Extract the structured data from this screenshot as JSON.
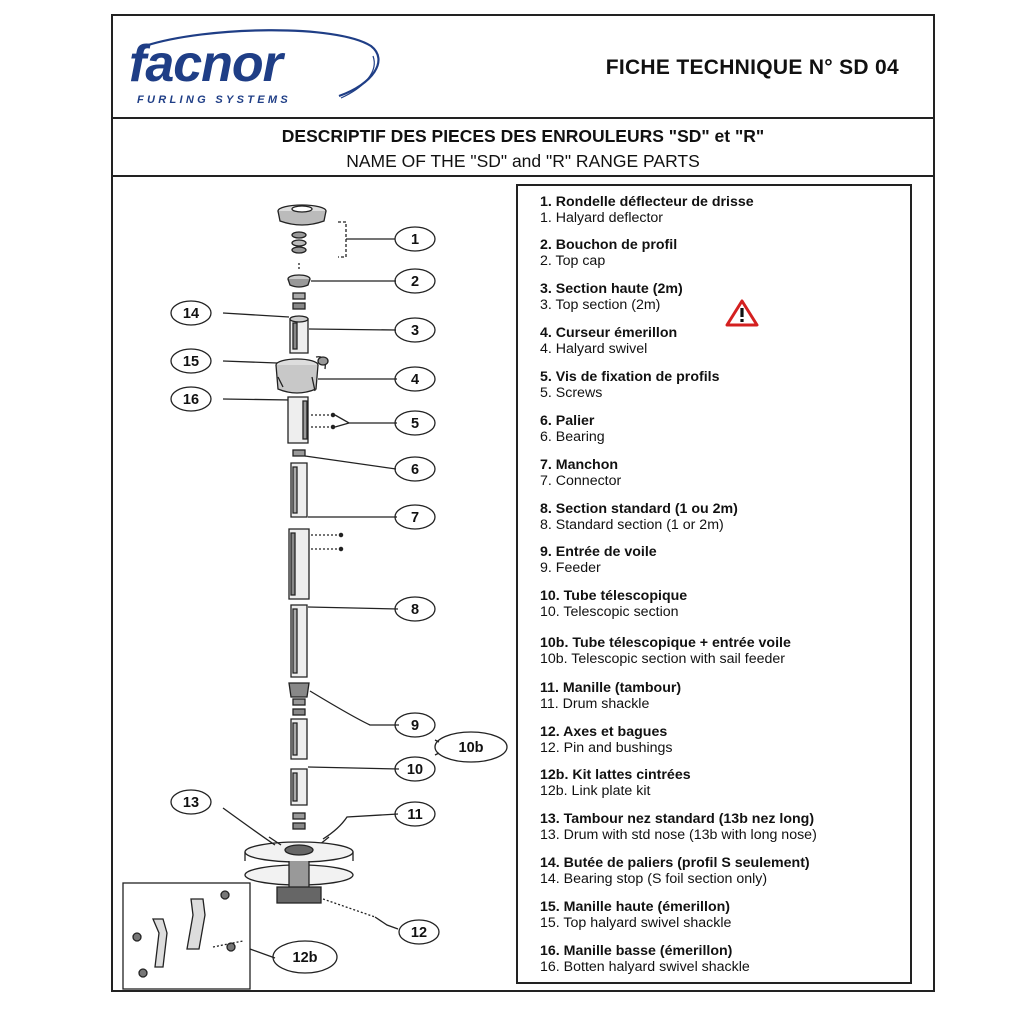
{
  "brand": {
    "name": "facnor",
    "tagline": "FURLING SYSTEMS",
    "color": "#1f3e86"
  },
  "sheet_title": "FICHE TECHNIQUE N° SD 04",
  "heading": {
    "fr": "DESCRIPTIF DES PIECES DES ENROULEURS \"SD\" et \"R\"",
    "en": "NAME OF THE \"SD\" and \"R\" RANGE PARTS"
  },
  "callouts": [
    "1",
    "2",
    "3",
    "4",
    "5",
    "6",
    "7",
    "8",
    "9",
    "10",
    "10b",
    "11",
    "12",
    "12b",
    "13",
    "14",
    "15",
    "16"
  ],
  "warning_icon": "warning-triangle-icon",
  "warning_color": "#d42020",
  "parts": [
    {
      "fr": "1. Rondelle déflecteur de drisse",
      "en": "1. Halyard deflector"
    },
    {
      "fr": "2. Bouchon de profil",
      "en": "2. Top cap"
    },
    {
      "fr": "3. Section haute (2m)",
      "en": "3. Top section (2m)"
    },
    {
      "fr": "4. Curseur émerillon",
      "en": "4. Halyard swivel"
    },
    {
      "fr": "5. Vis de fixation de profils",
      "en": "5. Screws"
    },
    {
      "fr": "6. Palier",
      "en": "6. Bearing"
    },
    {
      "fr": "7. Manchon",
      "en": "7. Connector"
    },
    {
      "fr": "8. Section standard (1 ou 2m)",
      "en": "8. Standard section (1 or 2m)"
    },
    {
      "fr": "9. Entrée de voile",
      "en": "9. Feeder"
    },
    {
      "fr": "10. Tube télescopique",
      "en": "10. Telescopic section"
    },
    {
      "fr": "10b. Tube télescopique + entrée voile",
      "en": "10b. Telescopic section with sail feeder"
    },
    {
      "fr": "11. Manille (tambour)",
      "en": "11. Drum shackle"
    },
    {
      "fr": "12. Axes et bagues",
      "en": "12. Pin and bushings"
    },
    {
      "fr": "12b. Kit lattes cintrées",
      "en": "12b. Link plate kit"
    },
    {
      "fr": "13. Tambour nez standard (13b nez long)",
      "en": "13. Drum with std nose (13b with long nose)"
    },
    {
      "fr": "14. Butée de paliers (profil S seulement)",
      "en": "14. Bearing stop (S foil section only)"
    },
    {
      "fr": "15. Manille haute (émerillon)",
      "en": "15. Top halyard swivel shackle"
    },
    {
      "fr": "16. Manille basse (émerillon)",
      "en": "16. Botten halyard swivel shackle"
    }
  ]
}
